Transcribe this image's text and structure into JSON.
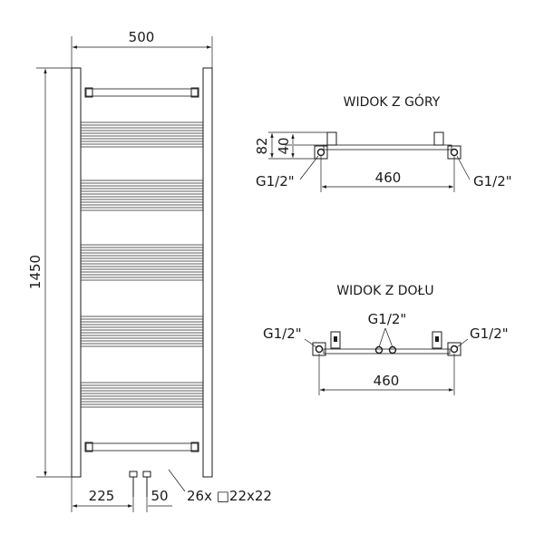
{
  "front_view": {
    "width_label": "500",
    "height_label": "1450",
    "left_offset_label": "225",
    "pipe_spacing_label": "50",
    "tubes_label": "26x □22x22"
  },
  "top_view": {
    "title": "WIDOK Z GÓRY",
    "depth_total_label": "82",
    "depth_inner_label": "40",
    "connection_left_label": "G1/2\"",
    "connection_right_label": "G1/2\"",
    "spacing_label": "460"
  },
  "bottom_view": {
    "title": "WIDOK Z DOŁU",
    "connection_left_label": "G1/2\"",
    "connection_center_label": "G1/2\"",
    "connection_right_label": "G1/2\"",
    "spacing_label": "460"
  },
  "colors": {
    "line": "#1a1a1a",
    "background": "#ffffff"
  }
}
